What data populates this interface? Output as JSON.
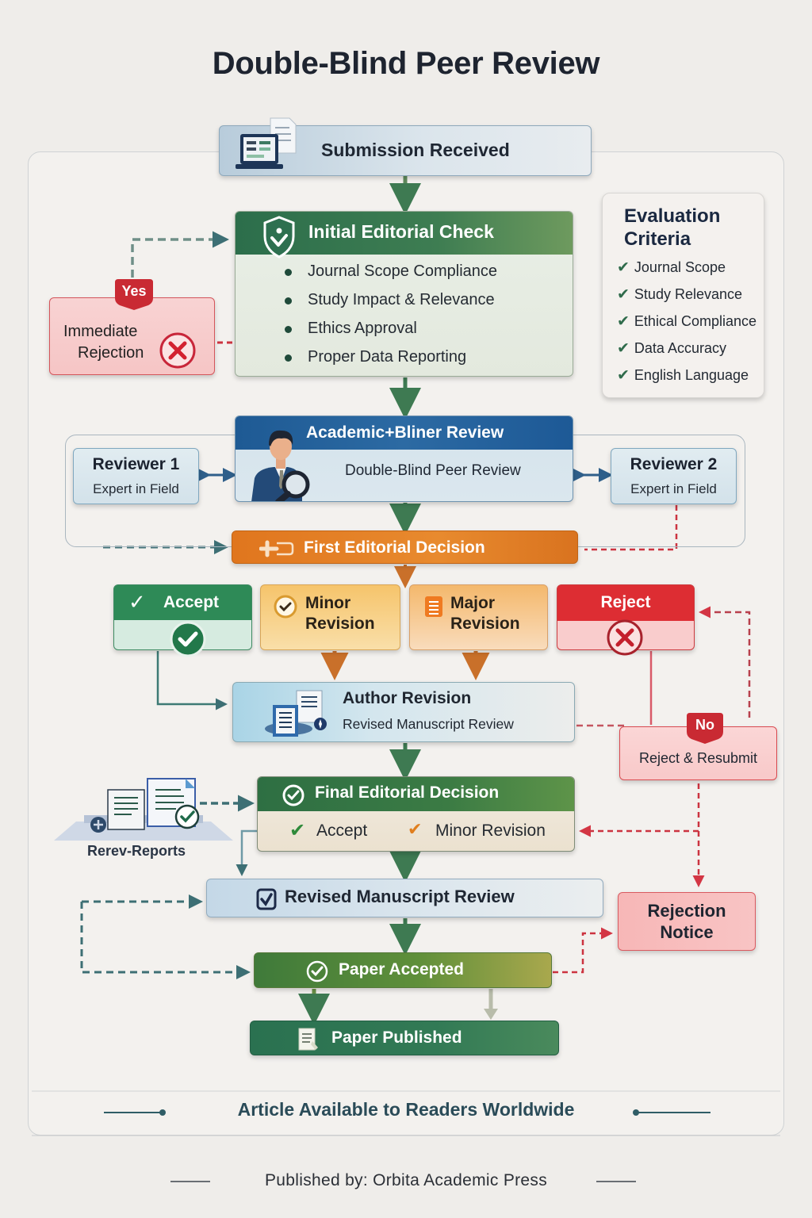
{
  "title": "Double-Blind Peer Review",
  "colors": {
    "background": "#efedea",
    "green_primary": "#2e7050",
    "blue_primary": "#1e5a94",
    "orange_primary": "#e0761e",
    "red_primary": "#dd2d33",
    "teal_connector": "#3d6f74",
    "red_connector": "#cc3340"
  },
  "nodes": {
    "submission": {
      "label": "Submission Received",
      "icon": "laptop-document-icon"
    },
    "initial_check": {
      "label": "Initial Editorial Check",
      "icon": "shield-check-icon",
      "items": [
        "Journal Scope Compliance",
        "Study Impact & Relevance",
        "Ethics Approval",
        "Proper Data Reporting"
      ]
    },
    "immediate_rejection": {
      "tag": "Yes",
      "label_line1": "Immediate",
      "label_line2": "Rejection",
      "icon": "x-circle-icon"
    },
    "criteria": {
      "title_line1": "Evaluation",
      "title_line2": "Criteria",
      "items": [
        "Journal Scope",
        "Study Relevance",
        "Ethical Compliance",
        "Data Accuracy",
        "English Language"
      ]
    },
    "academic_review": {
      "label": "Academic+Bliner Review",
      "subtitle": "Double-Blind Peer Review",
      "icon": "reviewer-magnifier-icon"
    },
    "reviewer1": {
      "name": "Reviewer 1",
      "desc": "Expert in Field"
    },
    "reviewer2": {
      "name": "Reviewer 2",
      "desc": "Expert in Field"
    },
    "first_decision": {
      "label": "First Editorial Decision",
      "icon": "decision-icon"
    },
    "accept": {
      "label": "Accept"
    },
    "minor_revision": {
      "line1": "Minor",
      "line2": "Revision"
    },
    "major_revision": {
      "line1": "Major",
      "line2": "Revision"
    },
    "reject": {
      "label": "Reject"
    },
    "author_revision": {
      "label": "Author Revision",
      "subtitle": "Revised Manuscript  Review"
    },
    "reject_resubmit": {
      "tag": "No",
      "label": "Reject & Resubmit"
    },
    "final_decision": {
      "label": "Final Editorial Decision",
      "options": [
        "Accept",
        "Minor Revision"
      ]
    },
    "reports": {
      "label": "Rerev-Reports"
    },
    "revised_review": {
      "label": "Revised Manuscript Review"
    },
    "rejection_notice": {
      "label": "Rejection Notice"
    },
    "paper_accepted": {
      "label": "Paper Accepted"
    },
    "paper_published": {
      "label": "Paper Published"
    }
  },
  "footer": {
    "available": "Article Available to Readers Worldwide",
    "publisher": "Published by: Orbita Academic Press"
  }
}
